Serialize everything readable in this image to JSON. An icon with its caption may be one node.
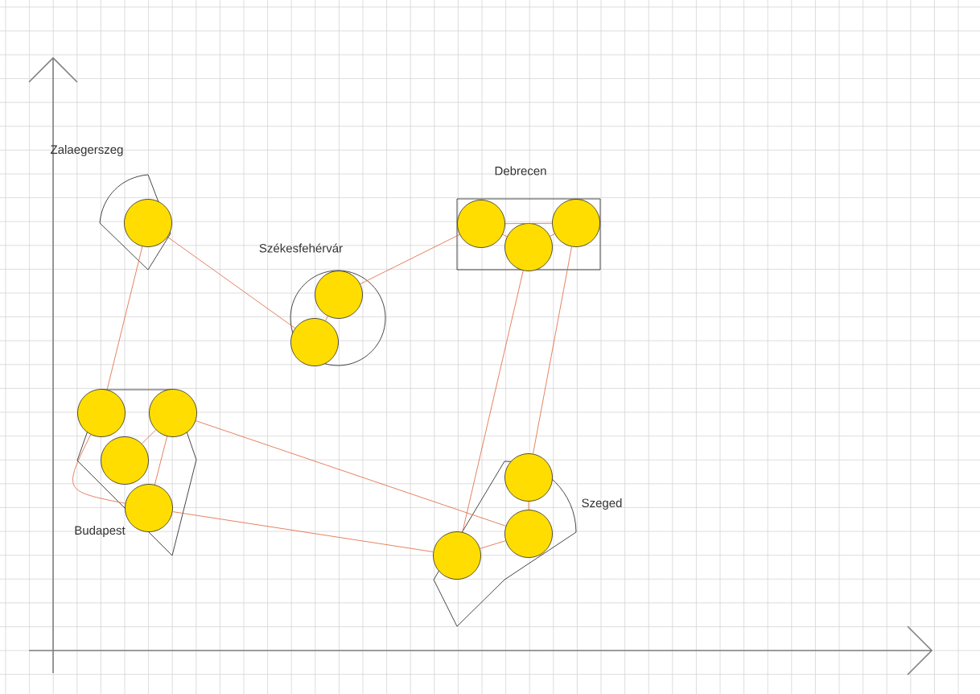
{
  "diagram": {
    "nodes": [
      {
        "text": [
          "Zalaegerszeg"
        ]
      },
      {
        "text": [],
        "shape": "circle",
        "in": 0
      },
      {
        "text": [
          "Debrecen"
        ]
      },
      {
        "text": [],
        "shape": "circle",
        "in": 2
      },
      {
        "text": [],
        "shape": "circle",
        "in": 2
      },
      {
        "text": [],
        "shape": "circle",
        "in": 2
      },
      {
        "text": [
          "Székesfehérvár"
        ]
      },
      {
        "text": [],
        "shape": "circle",
        "in": 6
      },
      {
        "text": [],
        "shape": "circle",
        "in": 6
      },
      {
        "text": [
          "Budapest"
        ]
      },
      {
        "text": [],
        "shape": "circle",
        "in": 9
      },
      {
        "text": [],
        "shape": "circle",
        "in": 9
      },
      {
        "text": [],
        "shape": "circle",
        "in": 9
      },
      {
        "text": [],
        "shape": "circle",
        "in": 9
      },
      {
        "text": [
          "Szeged"
        ]
      },
      {
        "text": [],
        "shape": "circle",
        "in": 14
      },
      {
        "text": [],
        "shape": "circle",
        "in": 14
      },
      {
        "text": [],
        "shape": "circle",
        "in": 14
      }
    ],
    "edges": [
      {
        "from": 1,
        "to": 10,
        "arrow": "none"
      },
      {
        "from": 1,
        "to": 8,
        "arrow": "none"
      },
      {
        "from": 8,
        "to": 7,
        "arrow": "none"
      },
      {
        "from": 7,
        "to": 3,
        "arrow": "none"
      },
      {
        "from": 3,
        "to": 4,
        "arrow": "none"
      },
      {
        "from": 3,
        "to": 5,
        "arrow": "none"
      },
      {
        "from": 4,
        "to": 5,
        "arrow": "none"
      },
      {
        "from": 4,
        "to": 17,
        "arrow": "none"
      },
      {
        "from": 5,
        "to": 15,
        "arrow": "none"
      },
      {
        "from": 15,
        "to": 16,
        "arrow": "none"
      },
      {
        "from": 16,
        "to": 17,
        "arrow": "none"
      },
      {
        "from": 11,
        "to": 16,
        "arrow": "none"
      },
      {
        "from": 13,
        "to": 17,
        "arrow": "none"
      },
      {
        "from": 10,
        "to": 13,
        "arrow": "none"
      },
      {
        "from": 12,
        "to": 11,
        "arrow": "none"
      },
      {
        "from": 11,
        "to": 13,
        "arrow": "none"
      }
    ]
  }
}
